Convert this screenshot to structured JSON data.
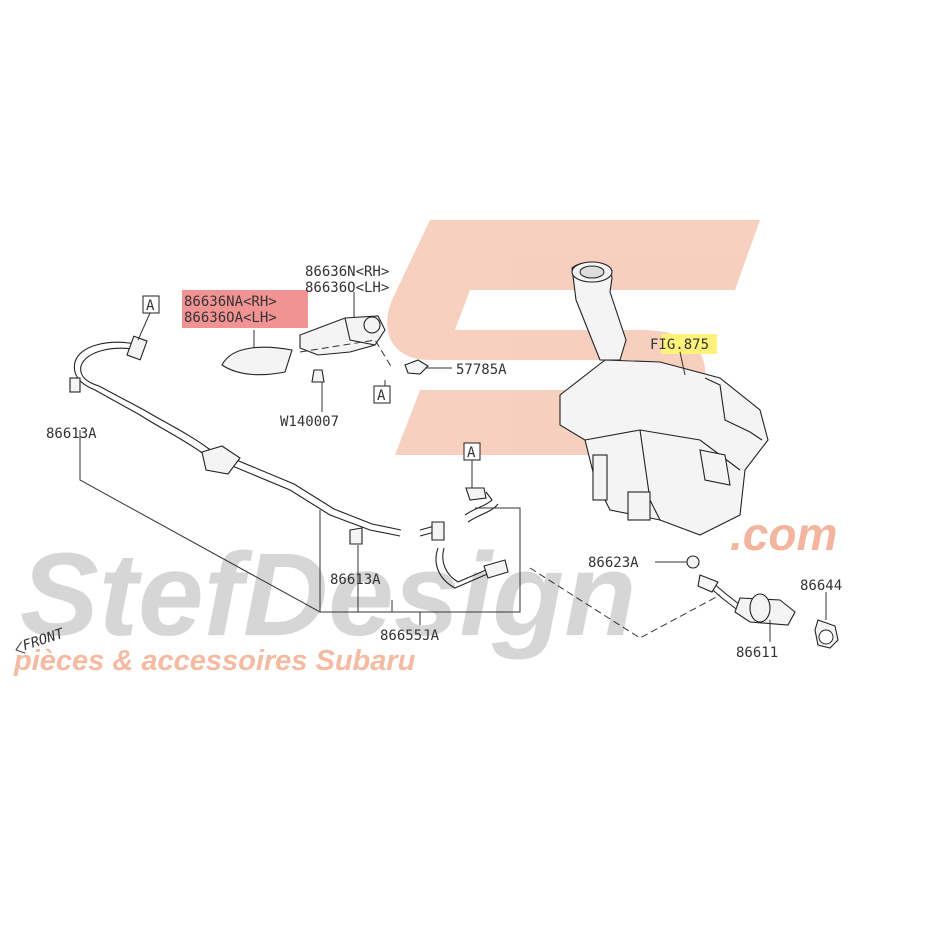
{
  "watermark": {
    "brand_main": "StefDesign",
    "brand_suffix": ".com",
    "tagline": "pièces & accessoires Subaru",
    "logo_color": "#f2a98c",
    "wordmark_color": "#d0d0d0"
  },
  "labels": {
    "part_86636N": "86636N<RH>",
    "part_86636O": "86636O<LH>",
    "part_86636NA": "86636NA<RH>",
    "part_86636OA": "86636OA<LH>",
    "part_57785A": "57785A",
    "part_W140007": "W140007",
    "part_86613A_left": "86613A",
    "part_86613A_mid": "86613A",
    "part_86655JA": "86655JA",
    "part_86623A": "86623A",
    "part_86644": "86644",
    "part_86611": "86611",
    "fig_ref": "FIG.875",
    "front_arrow": "FRONT",
    "ref_a1": "A",
    "ref_a2": "A",
    "ref_a3": "A"
  },
  "highlights": {
    "red": "#f08080",
    "yellow": "#fff27a"
  }
}
